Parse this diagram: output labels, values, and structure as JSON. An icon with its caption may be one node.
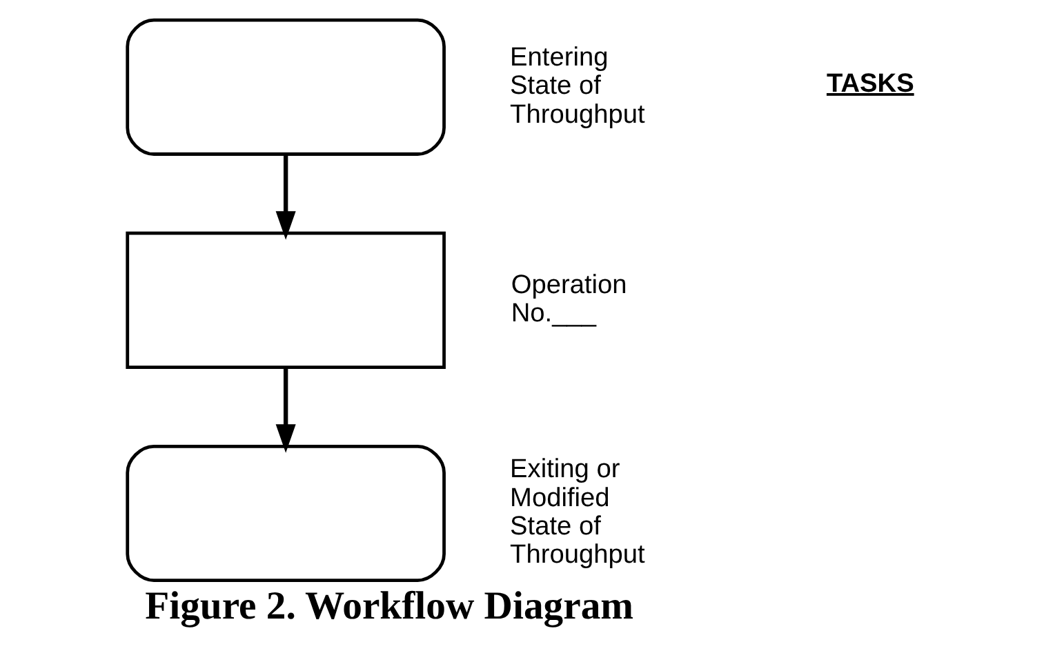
{
  "diagram": {
    "caption": "Figure 2. Workflow Diagram",
    "nodes": [
      {
        "text": [],
        "shape": "box",
        "beside": [
          "Entering State of Throughput"
        ]
      },
      {
        "text": [],
        "shape": "box",
        "beside": [
          "Operation No.___"
        ]
      },
      {
        "text": [],
        "shape": "box",
        "beside": [
          "Exiting or Modified State of Throughput"
        ]
      }
    ],
    "edges": [
      {
        "from": 0,
        "to": 1,
        "arrow": "to"
      },
      {
        "from": 1,
        "to": 2,
        "arrow": "to"
      }
    ],
    "labels": [
      "TASKS"
    ]
  }
}
